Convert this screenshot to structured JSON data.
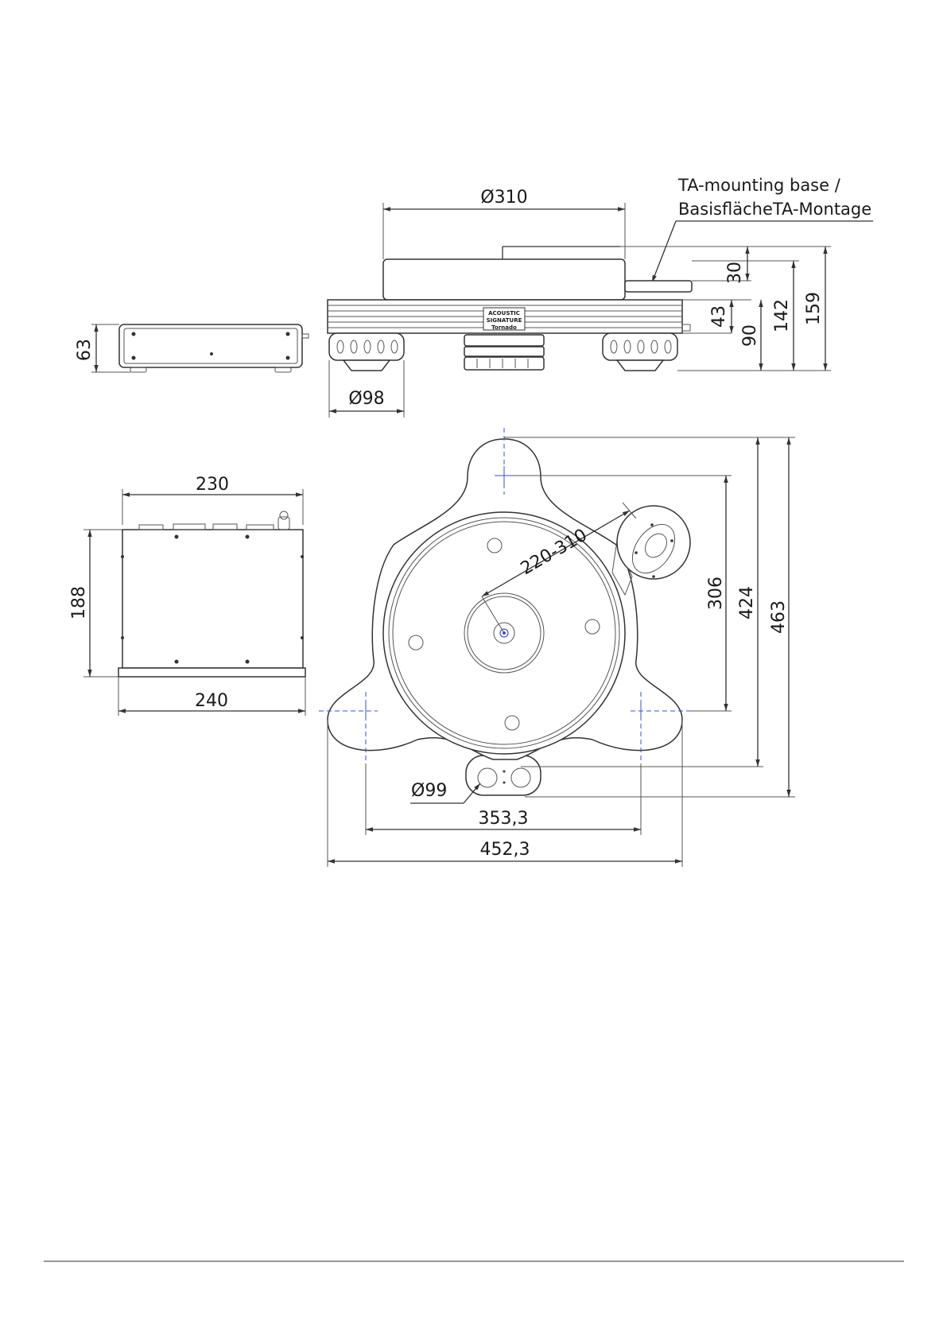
{
  "note": {
    "line1": "TA-mounting base /",
    "line2": "BasisflächeTA-Montage"
  },
  "logo": {
    "line1": "ACOUSTIC",
    "line2": "SIGNATURE",
    "line3": "Tornado"
  },
  "dimensions": {
    "platter_diameter": "Ø310",
    "feet_diameter": "Ø98",
    "psu_height": "63",
    "armbase_height": "30",
    "plinth_height": "43",
    "height_90": "90",
    "height_142": "142",
    "height_159": "159",
    "psu_depth_top": "230",
    "psu_depth": "188",
    "psu_width": "240",
    "arm_range": "220-310",
    "dim_306": "306",
    "dim_424": "424",
    "dim_463": "463",
    "motor_diameter": "Ø99",
    "feet_spacing": "353,3",
    "overall_width": "452,3"
  }
}
